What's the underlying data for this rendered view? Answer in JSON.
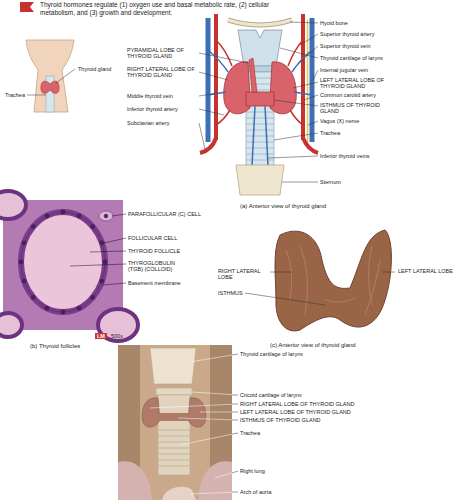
{
  "diagram": {
    "labels": [
      "Thyroid hormones regulate (1) oxygen use and basal metabolic rate, (2) cellular metabolism, and (3) growth and development.",
      "Thyroid gland",
      "Trachea",
      "PYRAMIDAL LOBE OF THYROID GLAND",
      "RIGHT LATERAL LOBE OF THYROID GLAND",
      "Middle thyroid vein",
      "Inferior thyroid artery",
      "Subclavian artery",
      "Hyoid bone",
      "Superior thyroid artery",
      "Superior thyroid vein",
      "Thyroid cartilage of larynx",
      "Internal jugular vein",
      "LEFT LATERAL LOBE OF THYROID GLAND",
      "Common carotid artery",
      "ISTHMUS OF THYROID GLAND",
      "Vagus (X) nerve",
      "Trachea",
      "Inferior thyroid veins",
      "Sternum",
      "(a) Anterior view of thyroid gland",
      "PARAFOLLICULAR (C) CELL",
      "FOLLICULAR CELL",
      "THYROID FOLLICLE",
      "THYROGLOBULIN (TGB) (COLLOID)",
      "Basement membrane",
      "LM",
      "500x",
      "(b) Thyroid follicles",
      "RIGHT LATERAL LOBE",
      "ISTHMUS",
      "LEFT LATERAL LOBE",
      "(c) Anterior view of thyroid gland",
      "Thyroid cartilage of larynx",
      "Cricoid cartilage of larynx",
      "RIGHT LATERAL LOBE OF THYROID GLAND",
      "LEFT LATERAL LOBE OF THYROID GLAND",
      "ISTHMUS OF THYROID GLAND",
      "Trachea",
      "Right lung",
      "Arch of aorta"
    ]
  }
}
